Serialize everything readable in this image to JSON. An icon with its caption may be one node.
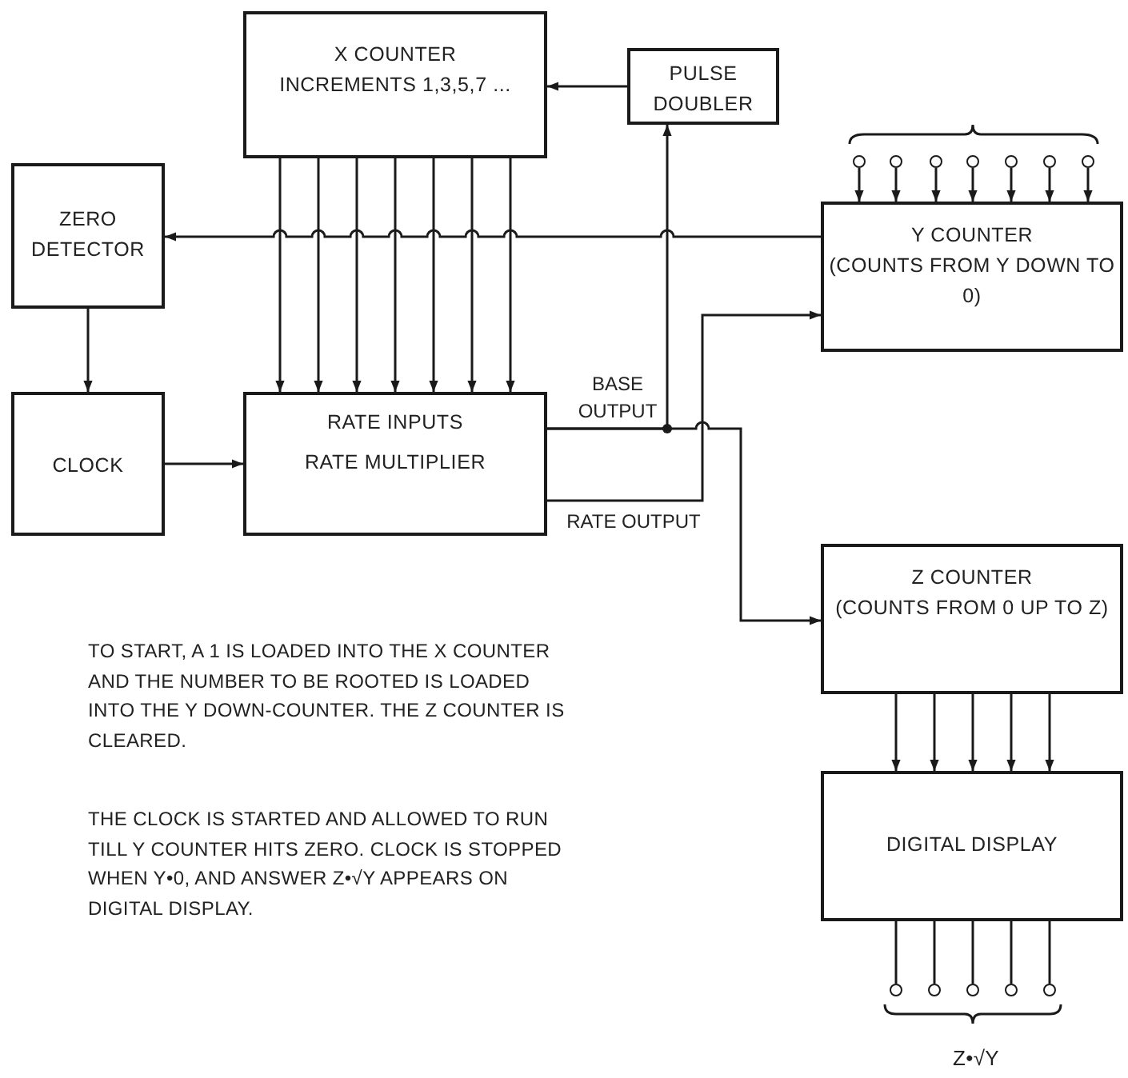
{
  "diagram": {
    "nodes": [
      {
        "text": [
          "X COUNTER",
          "INCREMENTS 1,3,5,7 ..."
        ]
      },
      {
        "text": [
          "PULSE DOUBLER"
        ]
      },
      {
        "text": [
          "ZERO DETECTOR"
        ]
      },
      {
        "text": [
          "Y COUNTER",
          "(COUNTS FROM Y DOWN TO 0)"
        ]
      },
      {
        "text": [
          "CLOCK"
        ]
      },
      {
        "text": [
          "RATE INPUTS",
          "RATE MULTIPLIER"
        ]
      },
      {
        "text": [
          "Z COUNTER",
          "(COUNTS FROM 0 UP TO Z)"
        ]
      },
      {
        "text": [
          "DIGITAL DISPLAY"
        ]
      },
      {
        "text": [],
        "shape": "circle"
      },
      {
        "text": [],
        "shape": "circle"
      },
      {
        "text": [],
        "shape": "circle"
      },
      {
        "text": [],
        "shape": "circle"
      },
      {
        "text": [],
        "shape": "circle"
      },
      {
        "text": [],
        "shape": "circle"
      },
      {
        "text": [],
        "shape": "circle"
      },
      {
        "text": [],
        "shape": "circle"
      },
      {
        "text": [],
        "shape": "circle"
      },
      {
        "text": [],
        "shape": "circle"
      },
      {
        "text": [],
        "shape": "circle"
      },
      {
        "text": [],
        "shape": "circle"
      }
    ],
    "edges": [
      {
        "from": 0,
        "to": 5,
        "arrow": "to"
      },
      {
        "from": 0,
        "to": 5,
        "arrow": "to"
      },
      {
        "from": 0,
        "to": 5,
        "arrow": "to"
      },
      {
        "from": 0,
        "to": 5,
        "arrow": "to"
      },
      {
        "from": 0,
        "to": 5,
        "arrow": "to"
      },
      {
        "from": 0,
        "to": 5,
        "arrow": "to"
      },
      {
        "from": 0,
        "to": 5,
        "arrow": "to"
      },
      {
        "from": 1,
        "to": 0,
        "arrow": "to"
      },
      {
        "from": 3,
        "to": 2,
        "arrow": "to"
      },
      {
        "from": 2,
        "to": 4,
        "arrow": "to"
      },
      {
        "from": 4,
        "to": 5,
        "arrow": "to"
      },
      {
        "from": 5,
        "to": 1,
        "arrow": "to",
        "label": "BASE OUTPUT"
      },
      {
        "from": 5,
        "to": 6,
        "arrow": "to"
      },
      {
        "from": 5,
        "to": 3,
        "arrow": "to",
        "label": "RATE OUTPUT"
      },
      {
        "from": 6,
        "to": 7,
        "arrow": "to"
      },
      {
        "from": 6,
        "to": 7,
        "arrow": "to"
      },
      {
        "from": 6,
        "to": 7,
        "arrow": "to"
      },
      {
        "from": 6,
        "to": 7,
        "arrow": "to"
      },
      {
        "from": 6,
        "to": 7,
        "arrow": "to"
      },
      {
        "from": 8,
        "to": 3,
        "arrow": "to"
      },
      {
        "from": 9,
        "to": 3,
        "arrow": "to"
      },
      {
        "from": 10,
        "to": 3,
        "arrow": "to"
      },
      {
        "from": 11,
        "to": 3,
        "arrow": "to"
      },
      {
        "from": 12,
        "to": 3,
        "arrow": "to"
      },
      {
        "from": 13,
        "to": 3,
        "arrow": "to"
      },
      {
        "from": 14,
        "to": 3,
        "arrow": "to"
      },
      {
        "from": 7,
        "to": 15,
        "arrow": "none"
      },
      {
        "from": 7,
        "to": 16,
        "arrow": "none"
      },
      {
        "from": 7,
        "to": 17,
        "arrow": "none"
      },
      {
        "from": 7,
        "to": 18,
        "arrow": "none"
      },
      {
        "from": 7,
        "to": 19,
        "arrow": "none"
      }
    ],
    "labels": [
      "TO START, A 1 IS LOADED INTO THE X COUNTER AND THE NUMBER TO BE ROOTED IS LOADED INTO THE Y DOWN-COUNTER. THE Z COUNTER IS CLEARED.",
      "THE CLOCK IS STARTED AND ALLOWED TO RUN TILL Y COUNTER HITS ZERO. CLOCK IS STOPPED WHEN Y•0, AND ANSWER Z•√Y APPEARS ON DIGITAL DISPLAY.",
      "Z•√Y"
    ]
  }
}
